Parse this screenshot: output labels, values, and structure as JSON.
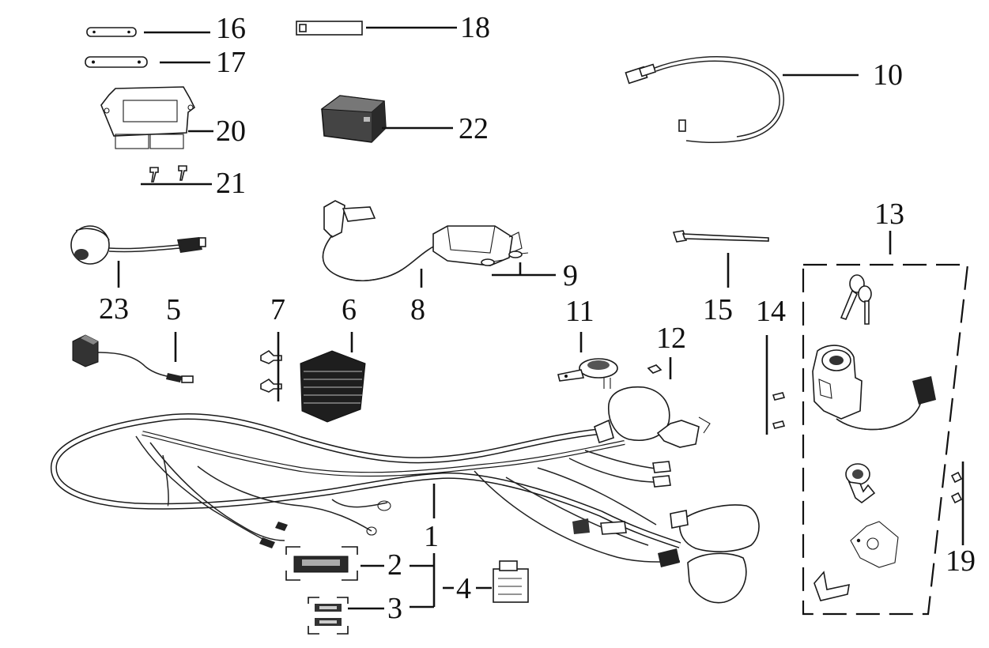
{
  "callouts": {
    "c1": "1",
    "c2": "2",
    "c3": "3",
    "c4": "4",
    "c5": "5",
    "c6": "6",
    "c7": "7",
    "c8": "8",
    "c9": "9",
    "c10": "10",
    "c11": "11",
    "c12": "12",
    "c13": "13",
    "c14": "14",
    "c15": "15",
    "c16": "16",
    "c17": "17",
    "c18": "18",
    "c19": "19",
    "c20": "20",
    "c21": "21",
    "c22": "22",
    "c23": "23"
  },
  "colors": {
    "ink": "#111111",
    "background": "#ffffff"
  }
}
